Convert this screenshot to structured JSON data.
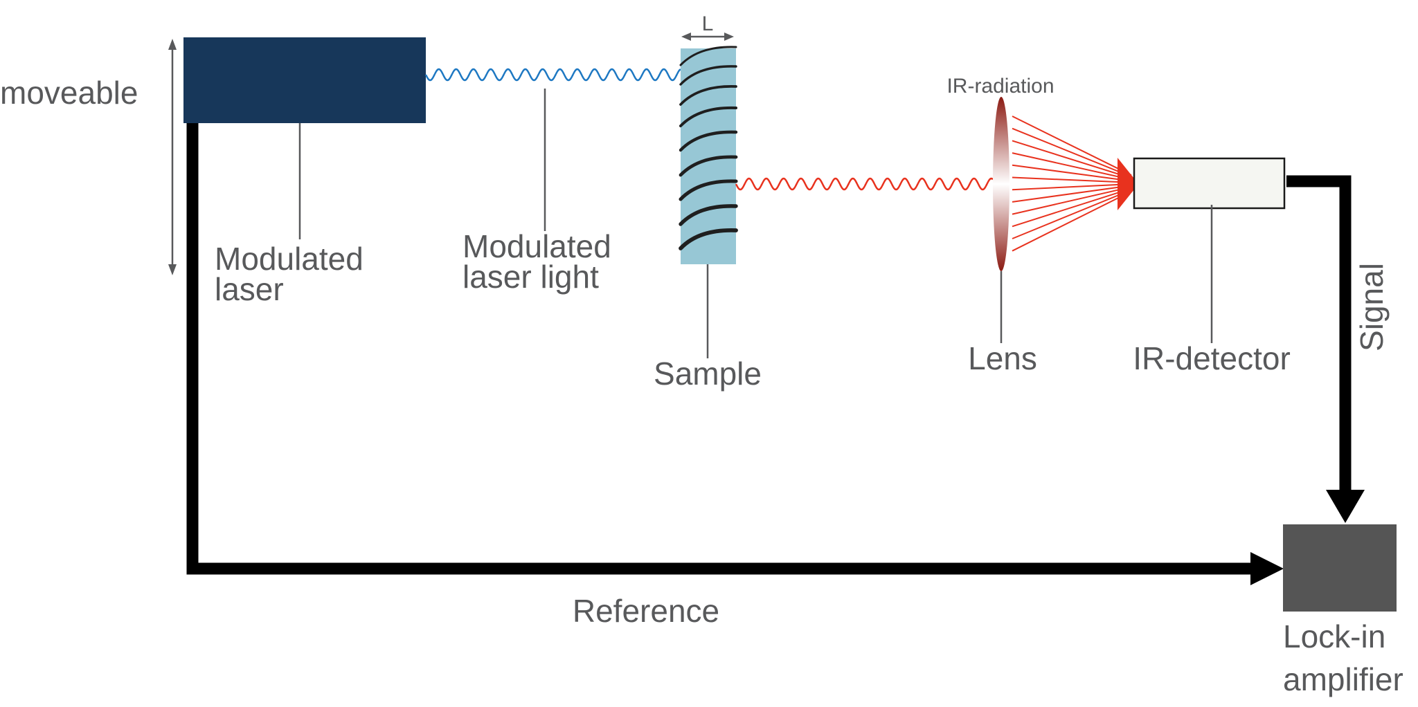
{
  "labels": {
    "moveable": "moveable",
    "length": "L",
    "ir_radiation": "IR-radiation",
    "modulated_laser": [
      "Modulated",
      "laser"
    ],
    "modulated_laser_light": [
      "Modulated",
      "laser light"
    ],
    "sample": "Sample",
    "lens": "Lens",
    "ir_detector": "IR-detector",
    "signal": "Signal",
    "reference": "Reference",
    "lock_in_amplifier": [
      "Lock-in",
      "amplifier"
    ]
  },
  "colors": {
    "laser_body": "#17375a",
    "laser_light_wave": "#1e78c2",
    "sample_fill": "#97c7d5",
    "ir_wave": "#e8321e",
    "lens_edge": "#8b1a12",
    "detector_fill": "#f5f6f2",
    "lock_in_fill": "#555555",
    "connection_line": "#000000",
    "text": "#58595b"
  }
}
